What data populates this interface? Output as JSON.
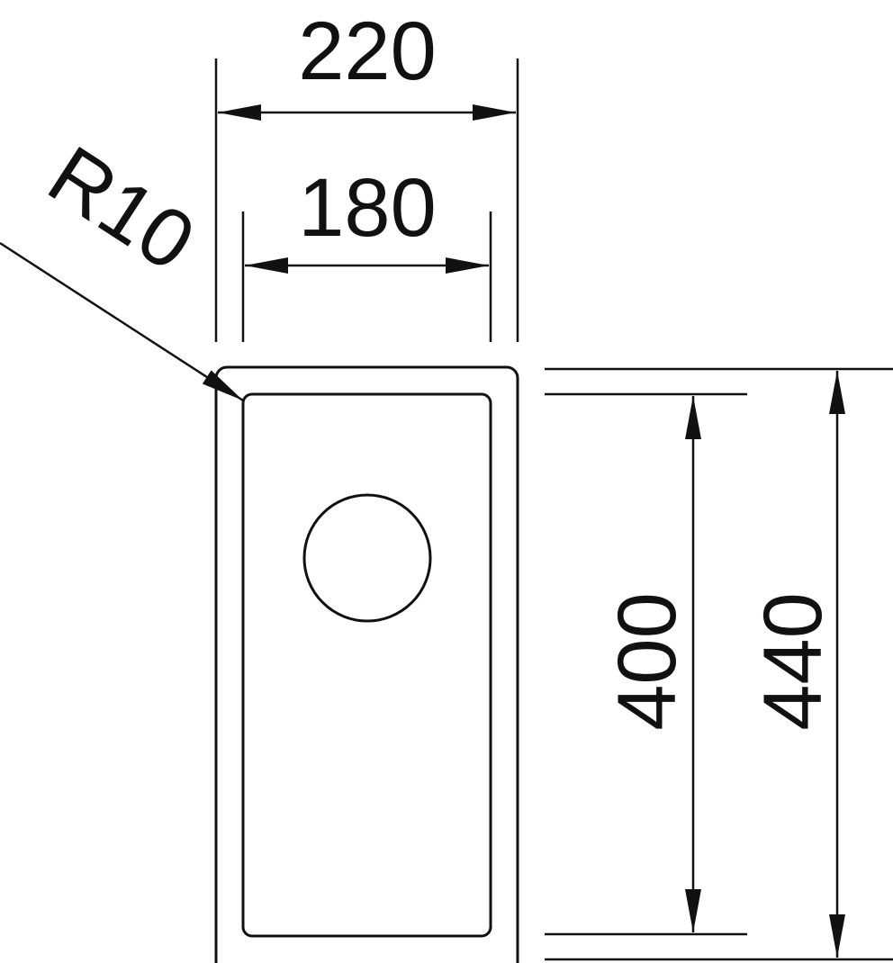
{
  "dimensions": {
    "outer_width": "220",
    "inner_width": "180",
    "corner_radius": "R10",
    "inner_length": "400",
    "outer_length": "440"
  },
  "colors": {
    "line": "#111111",
    "background": "#ffffff"
  }
}
